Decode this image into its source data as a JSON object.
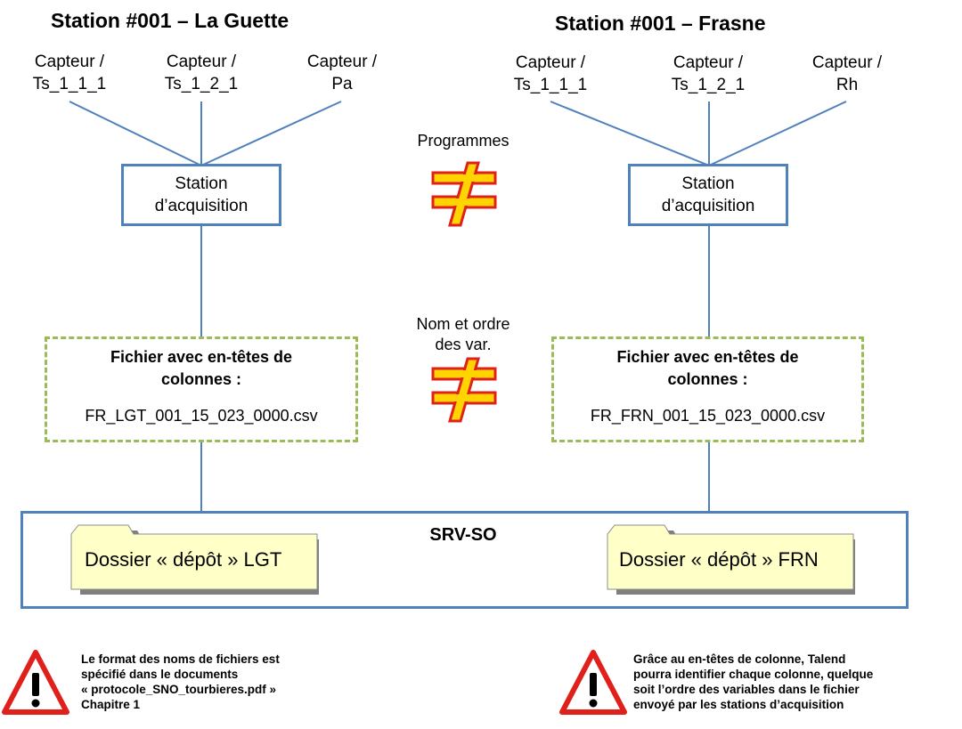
{
  "stations": [
    {
      "title": "Station #001 – La Guette",
      "sensors": [
        "Capteur /\nTs_1_1_1",
        "Capteur  /\nTs_1_2_1",
        "Capteur /\nPa"
      ],
      "acquisition": "Station\nd’acquisition",
      "file_header": "Fichier avec en-têtes de\ncolonnes :",
      "file_name": "FR_LGT_001_15_023_0000.csv",
      "folder": "Dossier « dépôt » LGT"
    },
    {
      "title": "Station #001 – Frasne",
      "sensors": [
        "Capteur /\nTs_1_1_1",
        "Capteur  /\nTs_1_2_1",
        "Capteur /\nRh"
      ],
      "acquisition": "Station\nd’acquisition",
      "file_header": "Fichier avec en-têtes de\ncolonnes :",
      "file_name": "FR_FRN_001_15_023_0000.csv",
      "folder": "Dossier « dépôt » FRN"
    }
  ],
  "middle": {
    "programmes": "Programmes",
    "var_order": "Nom et ordre\ndes var."
  },
  "server": {
    "label": "SRV-SO"
  },
  "notes": [
    {
      "text": "Le format des noms de fichiers est\nspécifié dans le documents\n« protocole_SNO_tourbieres.pdf »\nChapitre 1"
    },
    {
      "text": "Grâce au en-têtes de colonne, Talend\npourra identifier chaque colonne, quelque\nsoit l’ordre des variables dans le fichier\nenvoyé par les stations d’acquisition"
    }
  ],
  "colors": {
    "box_blue": "#4f81bd",
    "dashed_green": "#9bbb59",
    "folder_fill": "#ffffc8",
    "neq_fill": "#ffd400",
    "neq_stroke": "#e0201b",
    "warning_red": "#e0201b"
  },
  "icons": {
    "not_equal": "not-equal-icon",
    "warning": "warning-icon",
    "folder": "folder-icon"
  }
}
